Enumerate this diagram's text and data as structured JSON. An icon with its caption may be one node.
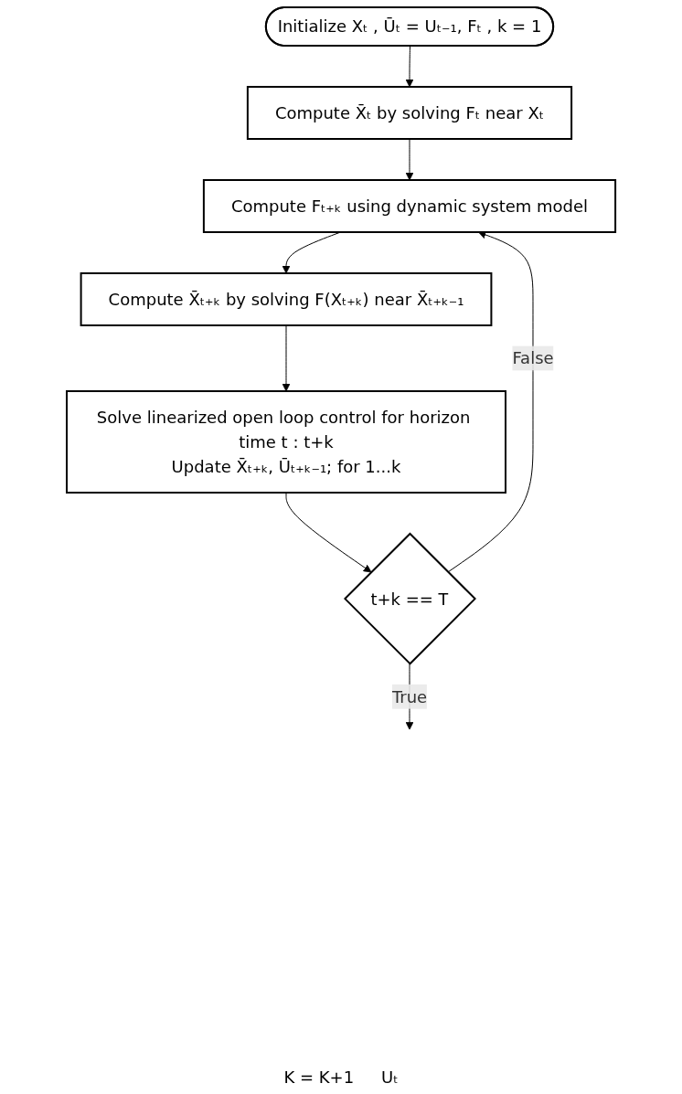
{
  "diagram": {
    "nodes": [
      {
        "text": [
          "Initialize Xₜ , Ūₜ = Uₜ₋₁, Fₜ , k = 1"
        ]
      },
      {
        "text": [
          "Compute X̄ₜ by solving Fₜ near Xₜ"
        ]
      },
      {
        "text": [
          "Compute Fₜ₊ₖ using dynamic system model"
        ]
      },
      {
        "text": [
          "Compute X̄ₜ₊ₖ by solving F(Xₜ₊ₖ) near X̄ₜ₊ₖ₋₁"
        ]
      },
      {
        "text": [
          "Solve linearized open loop control for horizon time t : t+k",
          "Update X̄ₜ₊ₖ, Ūₜ₊ₖ₋₁; for 1...k"
        ]
      },
      {
        "text": [
          "t+k == T"
        ]
      }
    ],
    "edges": [
      {
        "from": 0,
        "to": 1,
        "arrow": "to"
      },
      {
        "from": 1,
        "to": 2,
        "arrow": "to"
      },
      {
        "from": 2,
        "to": 3,
        "arrow": "to"
      },
      {
        "from": 3,
        "to": 4,
        "arrow": "to"
      },
      {
        "from": 4,
        "to": 5,
        "arrow": "to"
      },
      {
        "from": 5,
        "to": 2,
        "label": "False",
        "arrow": "to"
      },
      {
        "from": 5,
        "to": null,
        "label": "True",
        "arrow": "to"
      }
    ],
    "labels": [
      "K = K+1",
      "Uₜ"
    ]
  }
}
